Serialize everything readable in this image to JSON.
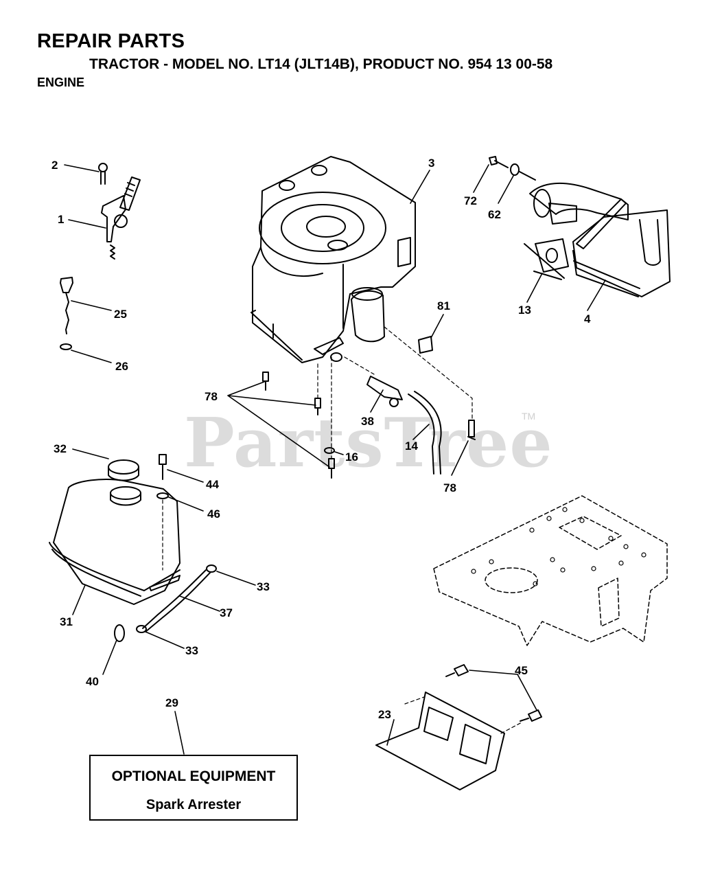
{
  "header": {
    "title": "REPAIR PARTS",
    "model_line": "TRACTOR - MODEL NO. LT14 (JLT14B), PRODUCT NO. 954 13 00-58",
    "section": "ENGINE"
  },
  "watermark": {
    "text": "PartsTree",
    "tm": "TM"
  },
  "callouts": {
    "c1": "1",
    "c2": "2",
    "c3": "3",
    "c4": "4",
    "c13": "13",
    "c14": "14",
    "c16": "16",
    "c23": "23",
    "c25": "25",
    "c26": "26",
    "c29": "29",
    "c31": "31",
    "c32": "32",
    "c33a": "33",
    "c33b": "33",
    "c37": "37",
    "c38": "38",
    "c40": "40",
    "c44": "44",
    "c45": "45",
    "c46": "46",
    "c62": "62",
    "c72": "72",
    "c78a": "78",
    "c78b": "78",
    "c81": "81"
  },
  "optional_box": {
    "title": "OPTIONAL EQUIPMENT",
    "subtitle": "Spark Arrester"
  }
}
